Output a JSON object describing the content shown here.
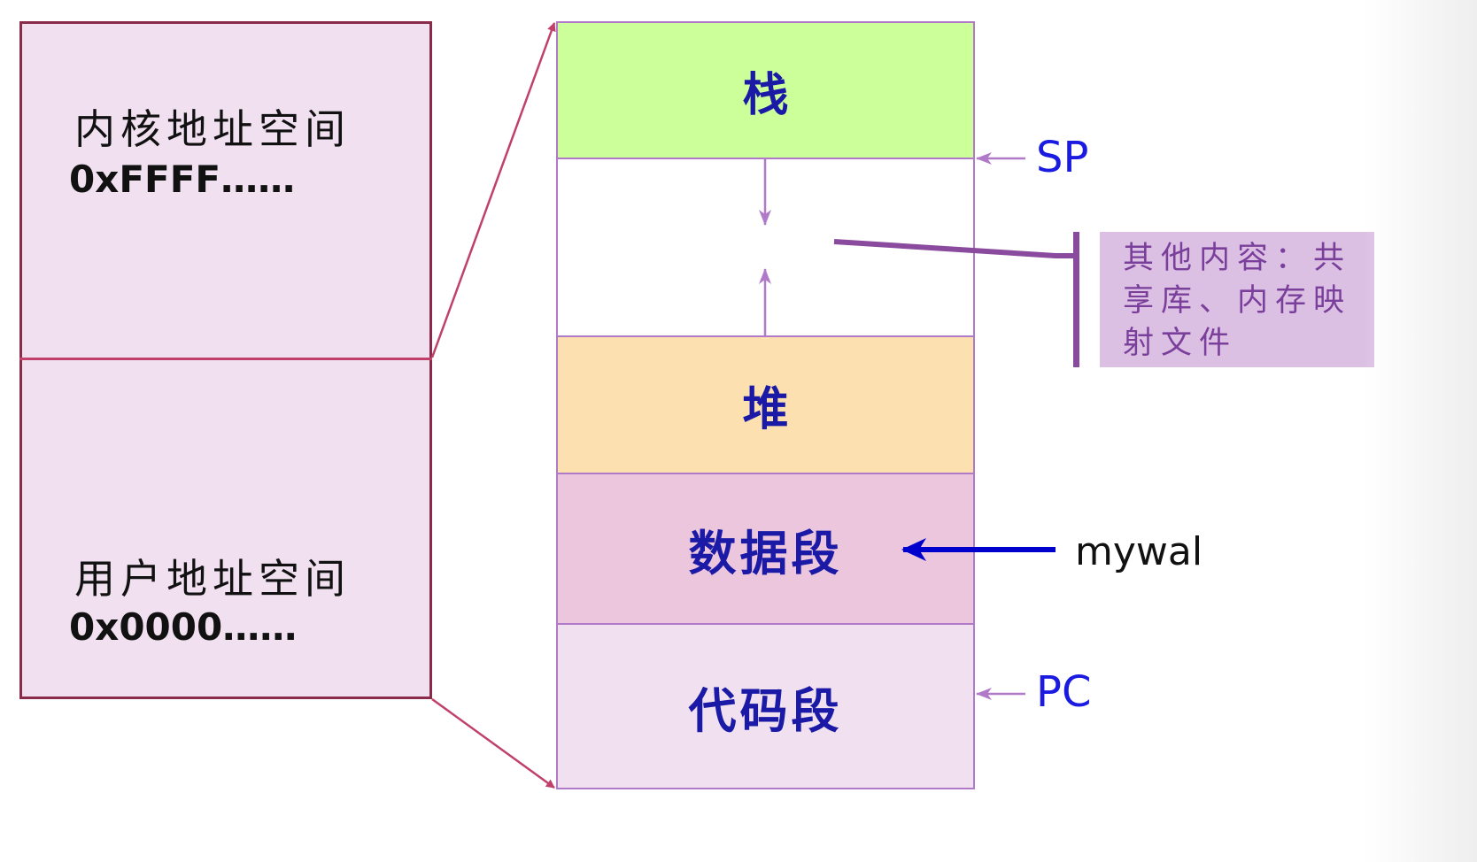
{
  "left_space": {
    "kernel": {
      "title": "内核地址空间",
      "address": "0xFFFF……"
    },
    "user": {
      "title": "用户地址空间",
      "address": "0x0000……"
    }
  },
  "segments": {
    "stack": {
      "label": "栈",
      "color": "#ccff99"
    },
    "free": {
      "label": "",
      "color": "#ffffff"
    },
    "heap": {
      "label": "堆",
      "color": "#fde0b0"
    },
    "data": {
      "label": "数据段",
      "color": "#ecc6dc"
    },
    "code": {
      "label": "代码段",
      "color": "#f0e0f0"
    }
  },
  "pointers": {
    "sp": "SP",
    "pc": "PC",
    "variable": "mywal"
  },
  "note": {
    "text": "其他内容：共享库、内存映射文件"
  },
  "colors": {
    "segment_text": "#1a1aa6",
    "pointer_text": "#1a1ae0",
    "arrow_blue": "#0000cc",
    "arrow_violet": "#b07ac8",
    "connector": "#c0406a"
  }
}
